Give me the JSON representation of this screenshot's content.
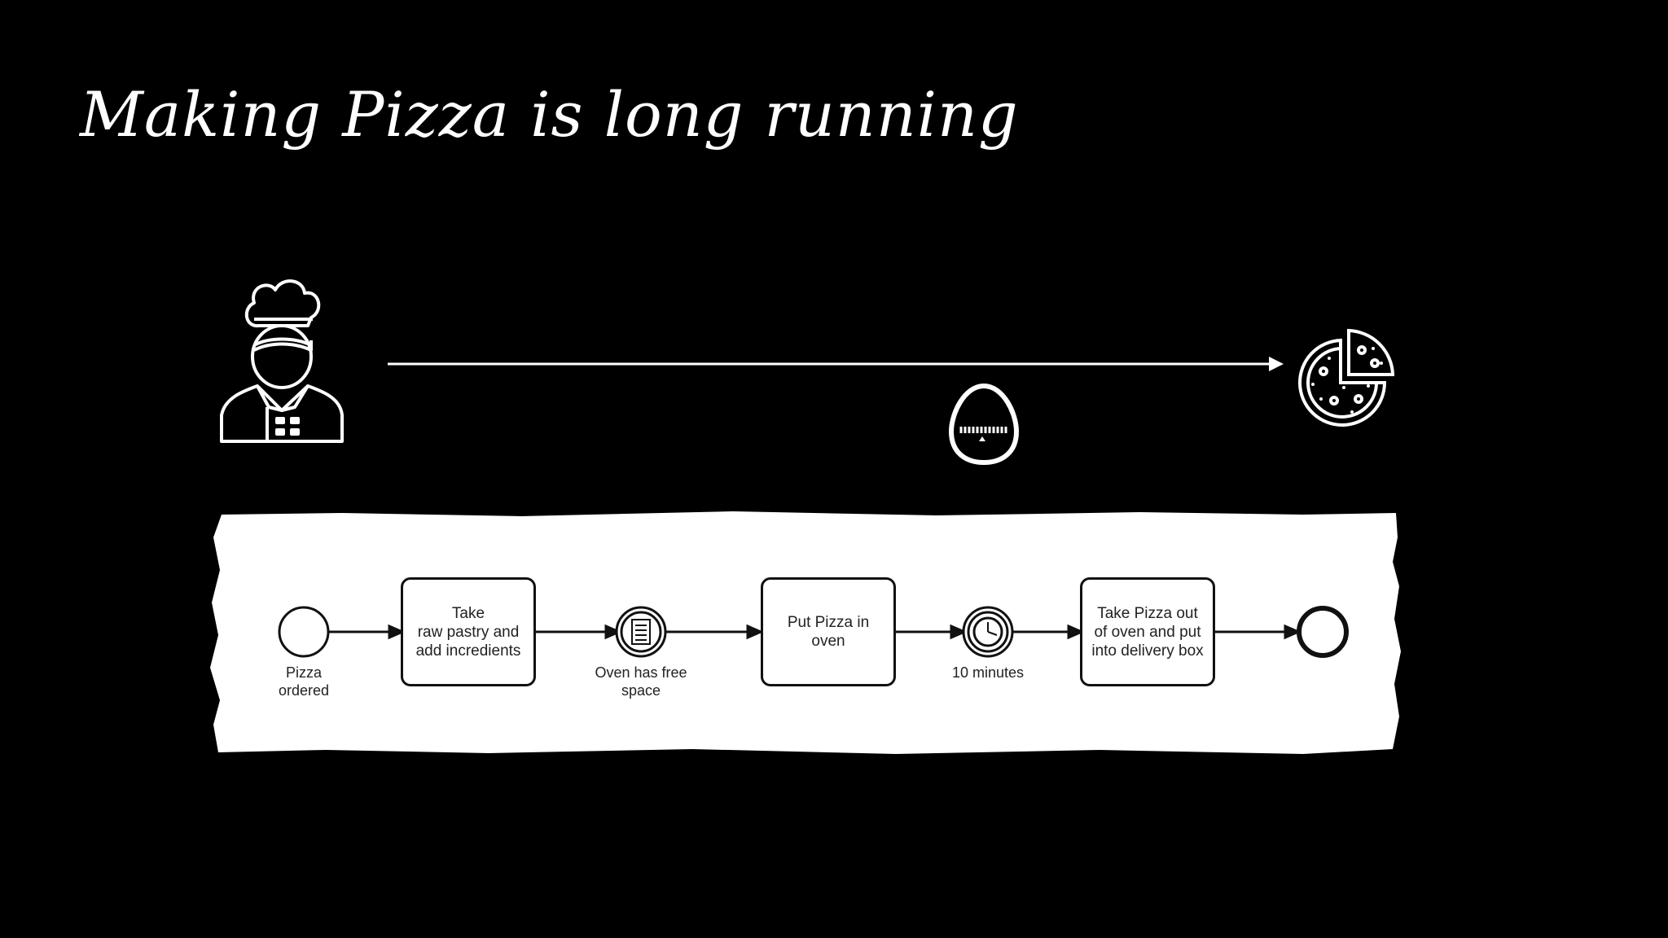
{
  "title": "Making Pizza is long running",
  "icons": {
    "chef": "chef-icon",
    "egg_timer": "egg-timer-icon",
    "pizza": "pizza-icon",
    "message": "message-event-icon",
    "timer": "timer-event-icon"
  },
  "process": {
    "start_event_label": "Pizza\nordered",
    "task_1": "Take\nraw pastry and\nadd incredients",
    "message_event_label": "Oven has free\nspace",
    "task_2": "Put Pizza in\noven",
    "timer_event_label": "10 minutes",
    "task_3": "Take Pizza out\nof oven and put\ninto delivery box"
  },
  "colors": {
    "background": "#000000",
    "diagram_background": "#ffffff",
    "stroke": "#111111",
    "foreground": "#ffffff"
  }
}
